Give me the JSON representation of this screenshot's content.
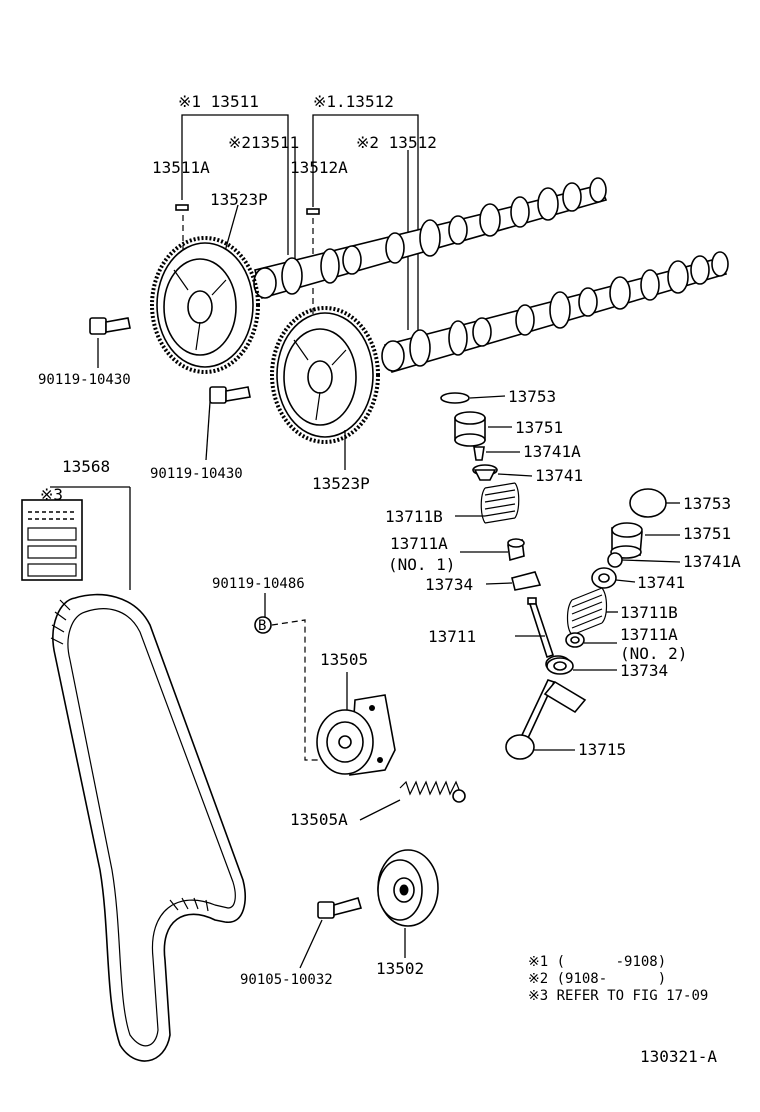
{
  "labels": {
    "l_13511_note1": "※1 13511",
    "l_13512_note1": "※1.13512",
    "l_13511_note2": "※213511",
    "l_13512_note2": "※2 13512",
    "l_13511A": "13511A",
    "l_13512A": "13512A",
    "l_13523P_top": "13523P",
    "l_13523P_bottom": "13523P",
    "l_90119_10430_a": "90119-10430",
    "l_90119_10430_b": "90119-10430",
    "l_13568": "13568",
    "l_note3_box": "※3",
    "l_90119_10486": "90119-10486",
    "l_b_marker": "B",
    "l_13505": "13505",
    "l_13505A": "13505A",
    "l_90105_10032": "90105-10032",
    "l_13502": "13502",
    "l_13753_a": "13753",
    "l_13751_a": "13751",
    "l_13741A_a": "13741A",
    "l_13741_a": "13741",
    "l_13711B_a": "13711B",
    "l_13711A_a": "13711A",
    "l_no1": "(NO. 1)",
    "l_13734_a": "13734",
    "l_13711": "13711",
    "l_13753_b": "13753",
    "l_13751_b": "13751",
    "l_13741A_b": "13741A",
    "l_13741_b": "13741",
    "l_13711B_b": "13711B",
    "l_13711A_b": "13711A",
    "l_no2": "(NO. 2)",
    "l_13734_b": "13734",
    "l_13715": "13715"
  },
  "notes": {
    "n1": "※1 (      -9108)",
    "n2": "※2 (9108-      )",
    "n3": "※3 REFER TO FIG 17-09"
  },
  "figure_id": "130321-A"
}
